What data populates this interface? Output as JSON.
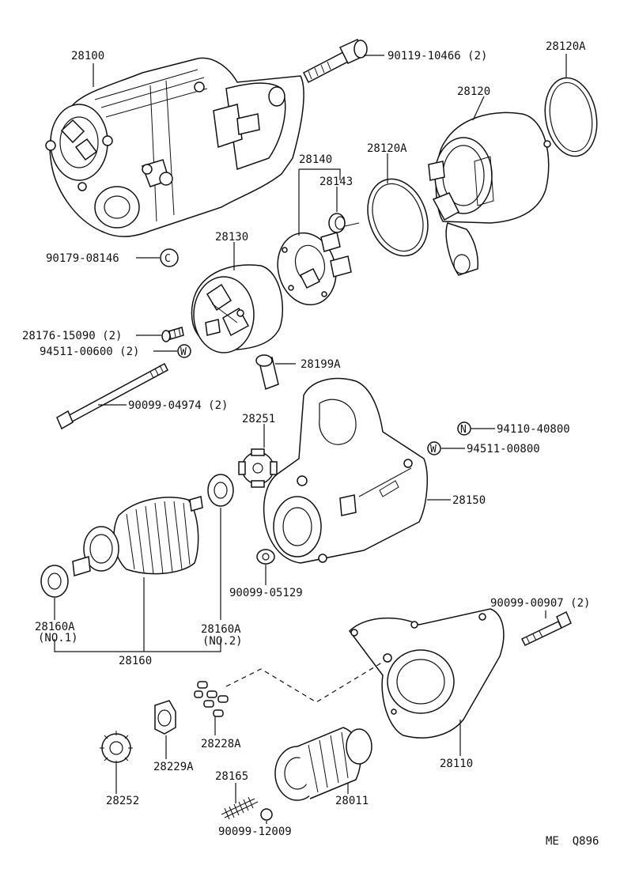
{
  "diagram": {
    "code": "ME  Q896",
    "labels": {
      "p28100": "28100",
      "p90119": "90119-10466 (2)",
      "p28120A_top": "28120A",
      "p28120": "28120",
      "p28120A_mid": "28120A",
      "p28140": "28140",
      "p28143": "28143",
      "p28130": "28130",
      "p90179": "90179-08146",
      "p28176": "28176-15090 (2)",
      "p94511_06": "94511-00600 (2)",
      "p28199A": "28199A",
      "p90099_04974": "90099-04974 (2)",
      "p28251": "28251",
      "p94110": "94110-40800",
      "p94511_08": "94511-00800",
      "p28150": "28150",
      "p90099_05129": "90099-05129",
      "p28160A_1": "28160A",
      "p28160A_1_sub": "(NO.1)",
      "p28160A_2": "28160A",
      "p28160A_2_sub": "(NO.2)",
      "p28160": "28160",
      "p90099_00907": "90099-00907 (2)",
      "p28110": "28110",
      "p28228A": "28228A",
      "p28229A": "28229A",
      "p28165": "28165",
      "p28252": "28252",
      "p28011": "28011",
      "p90099_12009": "90099-12009"
    },
    "markers": {
      "nut": "N",
      "washer": "W",
      "clip": "C"
    }
  }
}
